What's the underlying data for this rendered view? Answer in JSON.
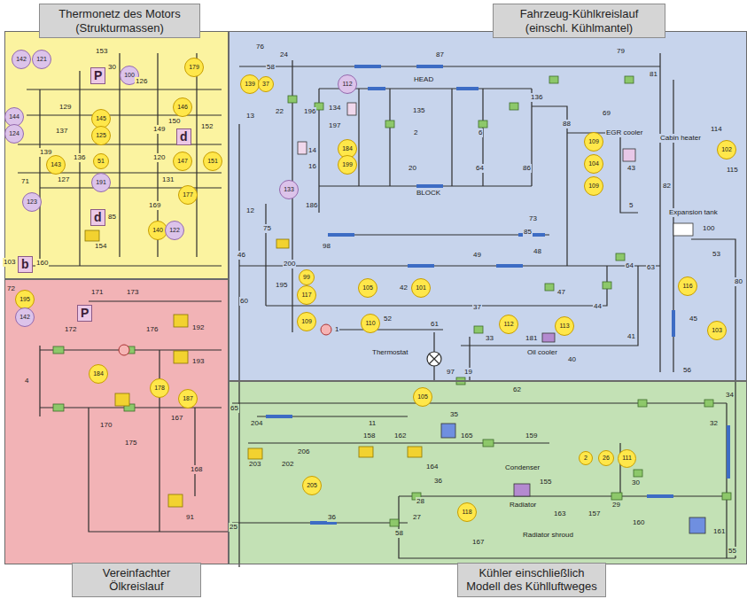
{
  "diagram": {
    "nodes": [
      {
        "text": [
          "Thermonetz des Motors (Strukturmassen)"
        ]
      },
      {
        "text": [
          "Fahrzeug-Kühlkreislauf (einschl. Kühlmantel)"
        ]
      },
      {
        "text": [
          "Vereinfachter Ölkreislauf"
        ]
      },
      {
        "text": [
          "Kühler einschließlich Modell des Kühlluftweges"
        ]
      }
    ],
    "labels": [
      "153",
      "142",
      "121",
      "P",
      "30",
      "100",
      "179",
      "126",
      "146",
      "129",
      "137",
      "149",
      "145",
      "144",
      "124",
      "139",
      "125",
      "150",
      "d",
      "152",
      "136",
      "51",
      "120",
      "147",
      "151",
      "143",
      "71",
      "127",
      "131",
      "123",
      "191",
      "d",
      "85",
      "169",
      "177",
      "154",
      "140",
      "122",
      "103",
      "b",
      "160",
      "72",
      "195",
      "142",
      "171",
      "173",
      "P",
      "172",
      "176",
      "192",
      "4",
      "184",
      "193",
      "178",
      "187",
      "170",
      "167",
      "175",
      "168",
      "91",
      "76",
      "24",
      "58",
      "139",
      "37",
      "22",
      "13",
      "196",
      "134",
      "197",
      "112",
      "HEAD",
      "87",
      "135",
      "136",
      "2",
      "6",
      "79",
      "81",
      "88",
      "69",
      "Cabin heater",
      "114",
      "102",
      "115",
      "109",
      "104",
      "109",
      "EGR cooler",
      "43",
      "184",
      "199",
      "14",
      "16",
      "20",
      "64",
      "86",
      "BLOCK",
      "133",
      "186",
      "12",
      "75",
      "73",
      "85",
      "5",
      "82",
      "Expansion tank",
      "100",
      "53",
      "98",
      "49",
      "48",
      "46",
      "200",
      "99",
      "117",
      "195",
      "109",
      "105",
      "42",
      "101",
      "47",
      "44",
      "64",
      "63",
      "116",
      "80",
      "45",
      "103",
      "110",
      "1",
      "52",
      "61",
      "37",
      "112",
      "113",
      "33",
      "181",
      "Oil cooler",
      "40",
      "41",
      "Thermostat",
      "97",
      "60",
      "19",
      "62",
      "56",
      "105",
      "65",
      "204",
      "11",
      "35",
      "34",
      "32",
      "203",
      "202",
      "206",
      "205",
      "158",
      "162",
      "165",
      "159",
      "164",
      "Condenser",
      "2",
      "26",
      "111",
      "30",
      "155",
      "Radiator",
      "29",
      "163",
      "157",
      "160",
      "161",
      "Radiator shroud",
      "118",
      "36",
      "28",
      "27",
      "58",
      "167",
      "55",
      "25",
      "36"
    ]
  }
}
